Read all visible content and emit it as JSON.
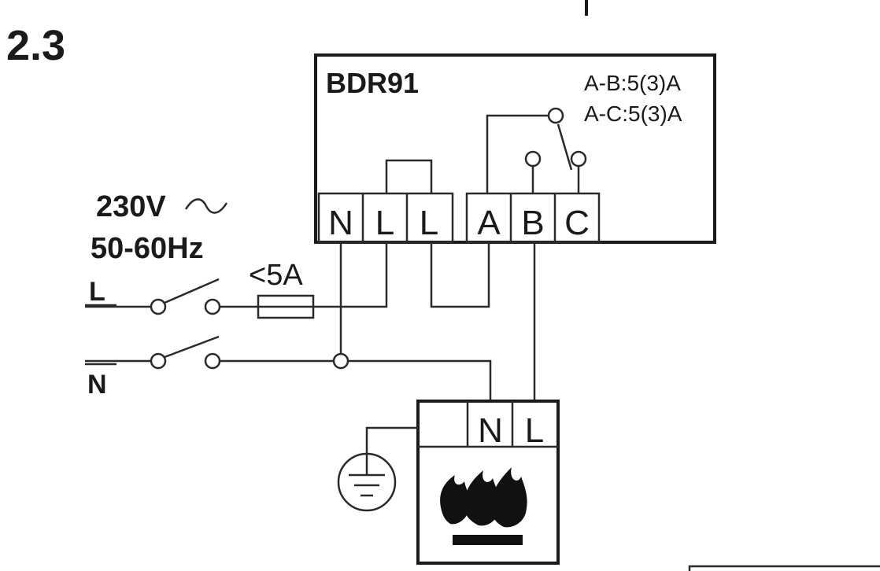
{
  "section_number": "2.3",
  "relay": {
    "model": "BDR91",
    "rating_ab": "A-B:5(3)A",
    "rating_ac": "A-C:5(3)A",
    "terminals": [
      "N",
      "L",
      "L",
      "A",
      "B",
      "C"
    ]
  },
  "supply": {
    "voltage": "230V",
    "frequency": "50-60Hz",
    "fuse_rating": "<5A",
    "line_label": "L",
    "neutral_label": "N"
  },
  "boiler": {
    "terminals": [
      "N",
      "L"
    ]
  },
  "icons": {
    "ac": "ac-wave-icon",
    "earth": "earth-ground-icon",
    "flame": "flame-icon"
  }
}
